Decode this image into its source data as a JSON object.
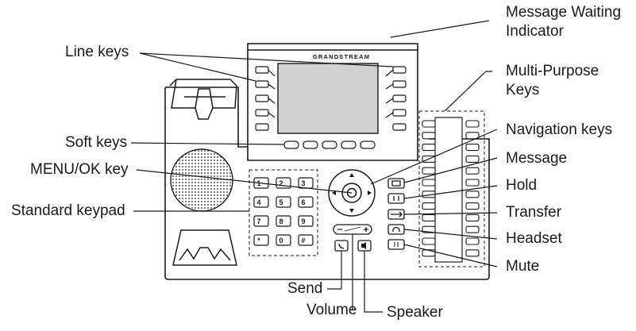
{
  "brand": "GRANDSTREAM",
  "labels": {
    "mwi": [
      "Message Waiting",
      "Indicator"
    ],
    "line_keys": "Line keys",
    "multi_purpose": [
      "Multi-Purpose",
      "Keys"
    ],
    "navigation_keys": "Navigation keys",
    "soft_keys": "Soft keys",
    "message": "Message",
    "menu_ok": "MENU/OK key",
    "hold": "Hold",
    "standard_keypad": "Standard keypad",
    "transfer": "Transfer",
    "headset": "Headset",
    "mute": "Mute",
    "send": "Send",
    "volume": "Volume",
    "speaker": "Speaker"
  },
  "keypad": {
    "digits": [
      "1",
      "2",
      "3",
      "4",
      "5",
      "6",
      "7",
      "8",
      "9",
      "*",
      "0",
      "#"
    ]
  },
  "colors": {
    "outline": "#1a1a1a",
    "screen": "#d0d0d0",
    "text": "#1a1a1a"
  }
}
